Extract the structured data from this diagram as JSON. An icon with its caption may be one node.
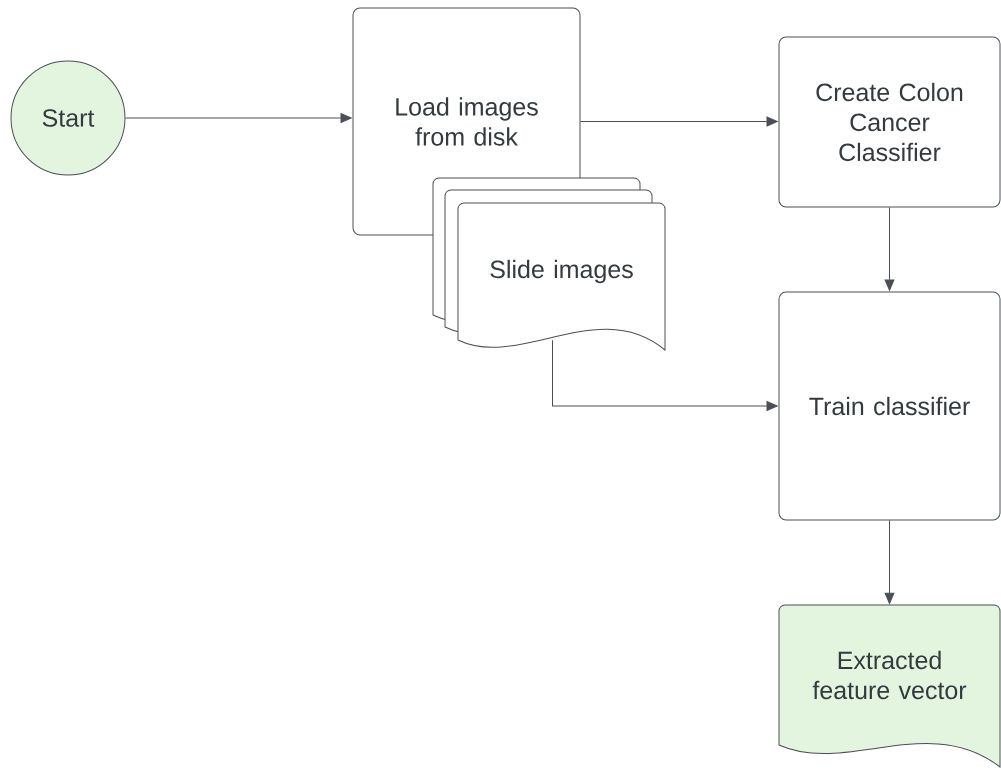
{
  "diagram": {
    "nodes": [
      {
        "text": [
          "Start"
        ]
      },
      {
        "text": [
          "Load images from disk"
        ]
      },
      {
        "text": [
          "Slide images"
        ]
      },
      {
        "text": [
          "Create Colon Cancer Classifier"
        ]
      },
      {
        "text": [
          "Train classifier"
        ]
      },
      {
        "text": [
          "Extracted feature vector"
        ]
      }
    ],
    "edges": [
      {
        "from": 0,
        "to": 1,
        "arrow": "to"
      },
      {
        "from": 1,
        "to": 3,
        "arrow": "to"
      },
      {
        "from": 2,
        "to": 4,
        "arrow": "to"
      },
      {
        "from": 3,
        "to": 4,
        "arrow": "to"
      },
      {
        "from": 4,
        "to": 5,
        "arrow": "to"
      }
    ]
  }
}
